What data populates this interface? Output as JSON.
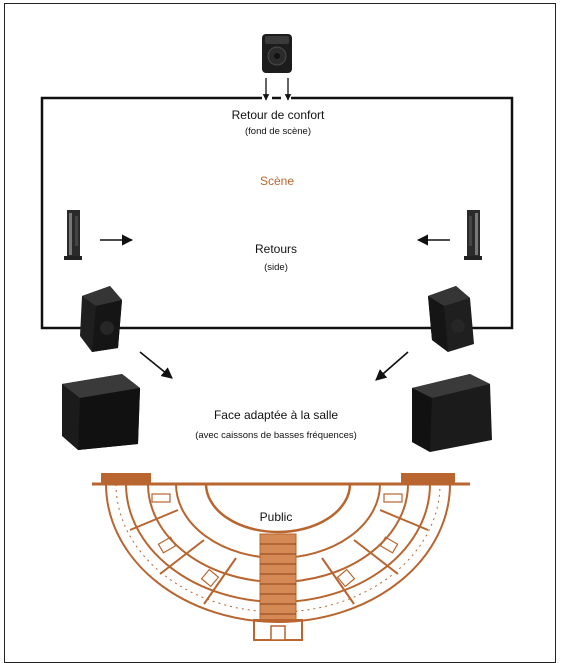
{
  "labels": {
    "comfort_return": "Retour de confort",
    "comfort_return_sub": "(fond de scène)",
    "stage": "Scène",
    "side_returns": "Retours",
    "side_returns_sub": "(side)",
    "front": "Face adaptée à la salle",
    "front_sub": "(avec caissons de basses fréquences)",
    "public": "Public"
  },
  "colors": {
    "accent": "#b8652f",
    "line": "#111111",
    "speaker": "#1c1c1c"
  },
  "icons": [
    "monitor-speaker-icon",
    "side-monitor-icon",
    "wedge-speaker-icon",
    "subwoofer-icon",
    "amphitheater-seating-icon"
  ]
}
